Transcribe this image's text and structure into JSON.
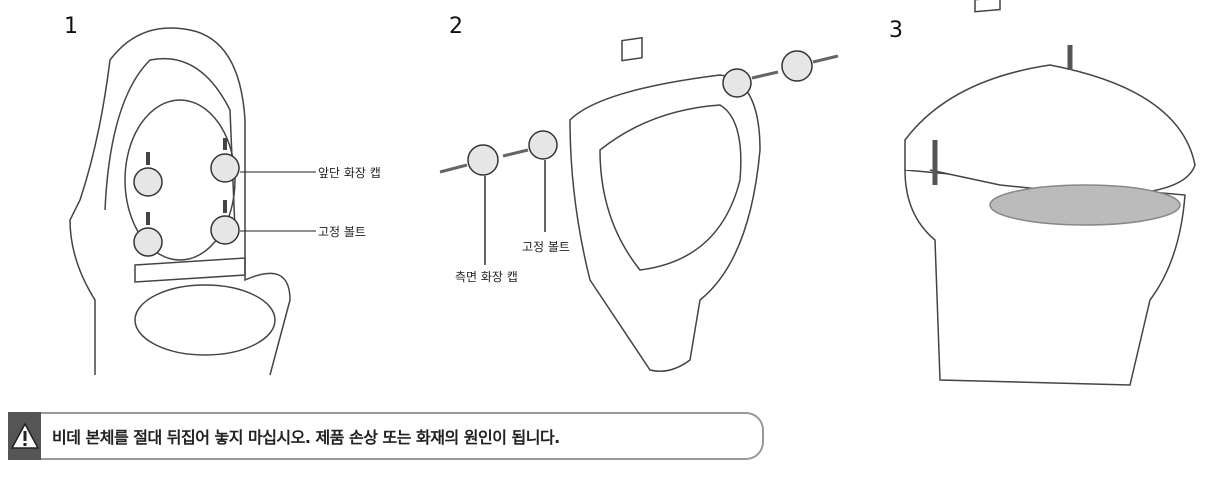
{
  "steps": [
    "1",
    "2",
    "3"
  ],
  "labels": {
    "front_cap": "앞단 화장 캡",
    "fixing_bolt_1": "고정 볼트",
    "side_cap": "측면 화장 캡",
    "fixing_bolt_2": "고정 볼트"
  },
  "warning": {
    "icon": "warning-triangle-icon",
    "text": "비데 본체를 절대 뒤집어 놓지 마십시오. 제품 손상 또는 화재의 원인이 됩니다."
  }
}
